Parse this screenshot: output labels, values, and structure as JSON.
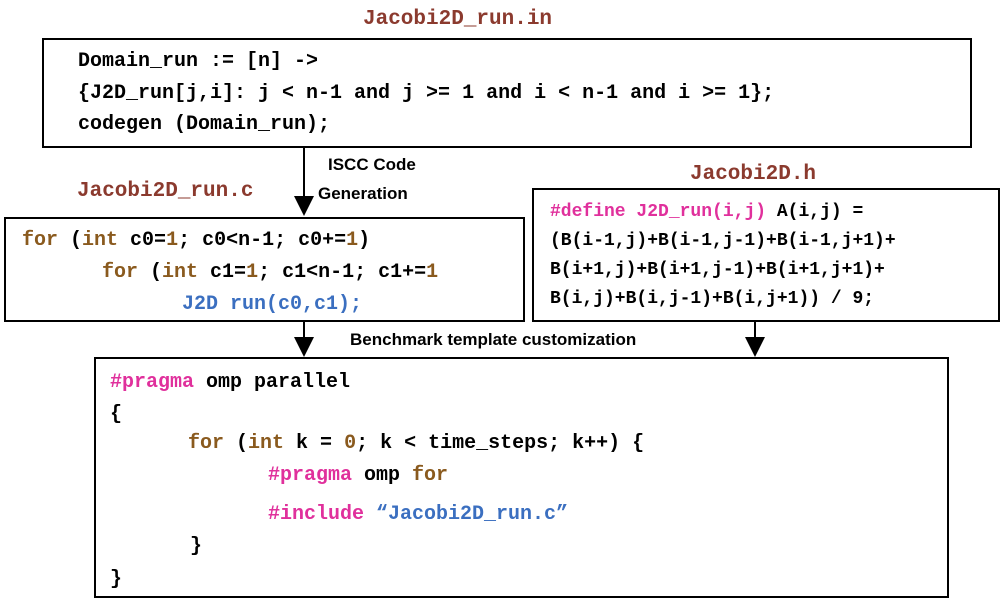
{
  "titles": {
    "domain_file": "Jacobi2D_run.in",
    "code_file": "Jacobi2D_run.c",
    "header_file": "Jacobi2D.h"
  },
  "domain_box": {
    "line1": "Domain_run := [n] ->",
    "line2": "{J2D_run[j,i]: j < n-1 and j >= 1 and i < n-1 and i >= 1};",
    "line3": "codegen (Domain_run);"
  },
  "code_box": {
    "l1_for": "for",
    "l1_paren": " (",
    "l1_int": "int",
    "l1_a": " c0=",
    "l1_one": "1",
    "l1_b": "; c0<n-1; c0+=",
    "l1_one2": "1",
    "l1_c": ")",
    "l2_for": "for",
    "l2_paren": " (",
    "l2_int": "int",
    "l2_a": " c1=",
    "l2_one": "1",
    "l2_b": "; c1<n-1; c1+=",
    "l2_one2": "1",
    "l3": "J2D run(c0,c1);"
  },
  "header_box": {
    "define_kw": "#define",
    "define_name": " J2D_run(i,j)",
    "define_rest": " A(i,j) =",
    "line2": "(B(i-1,j)+B(i-1,j-1)+B(i-1,j+1)+",
    "line3": "B(i+1,j)+B(i+1,j-1)+B(i+1,j+1)+",
    "line4": "B(i,j)+B(i,j-1)+B(i,j+1)) / 9;"
  },
  "template_box": {
    "pragma1_kw": "#pragma",
    "pragma1_rest": " omp parallel",
    "open_brace": "{",
    "for_kw": "for",
    "for_paren": " (",
    "for_int": "int",
    "for_a": " k = ",
    "for_zero": "0",
    "for_b": "; k < time_steps; k++) {",
    "pragma2_kw": "#pragma",
    "pragma2_omp": " omp ",
    "pragma2_for": "for",
    "include_kw": "#include",
    "include_file": " “Jacobi2D_run.c”",
    "inner_close": "}",
    "outer_close": "}"
  },
  "labels": {
    "iscc_line1": "ISCC Code",
    "iscc_line2": "Generation",
    "benchmark": "Benchmark template customization"
  }
}
